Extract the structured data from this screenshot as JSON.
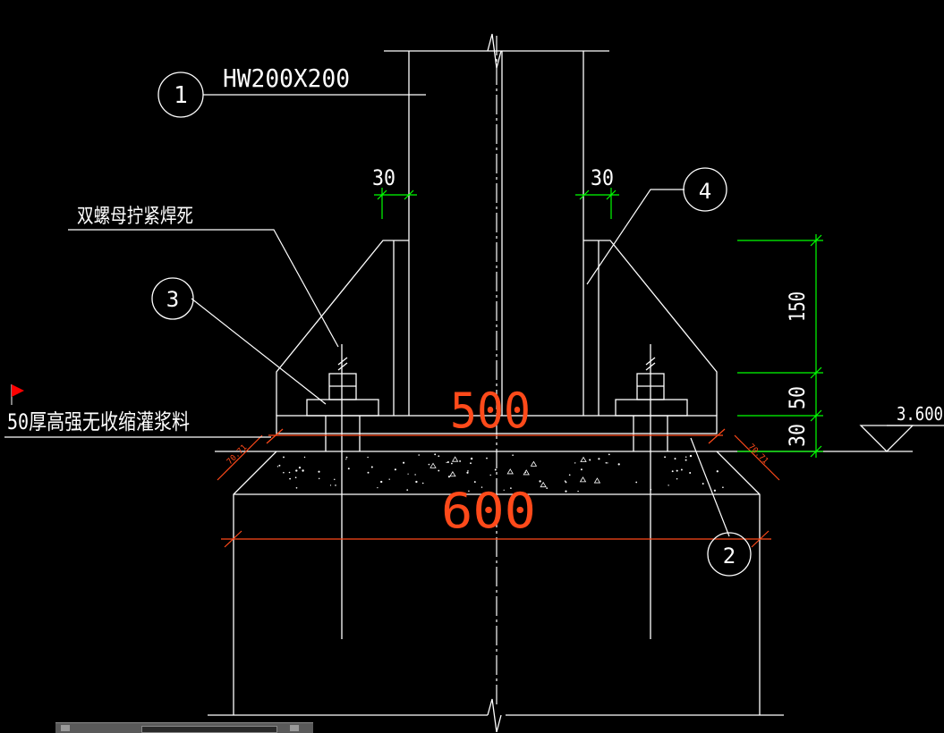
{
  "drawing": {
    "section_label": "HW200X200",
    "callouts": {
      "c1": "1",
      "c2": "2",
      "c3": "3",
      "c4": "4"
    },
    "notes": {
      "bolt_note": "双螺母拧紧焊死",
      "grout_note": "50厚高强无收缩灌浆料"
    },
    "dimensions": {
      "stiffener_left": "30",
      "stiffener_right": "30",
      "height_150": "150",
      "height_50": "50",
      "height_30": "30",
      "plate_width": "500",
      "pedestal_width": "600",
      "chamfer_left": "70.71",
      "chamfer_right": "70.71"
    },
    "elevation": "3.600"
  },
  "colors": {
    "background": "#000000",
    "linework": "#ffffff",
    "dimension_green": "#00ff00",
    "dimension_orange": "#ff4a1a",
    "marker_red": "#ff0000"
  },
  "ui": {
    "statusbar_icons": [
      "window-icon",
      "close-icon"
    ]
  }
}
